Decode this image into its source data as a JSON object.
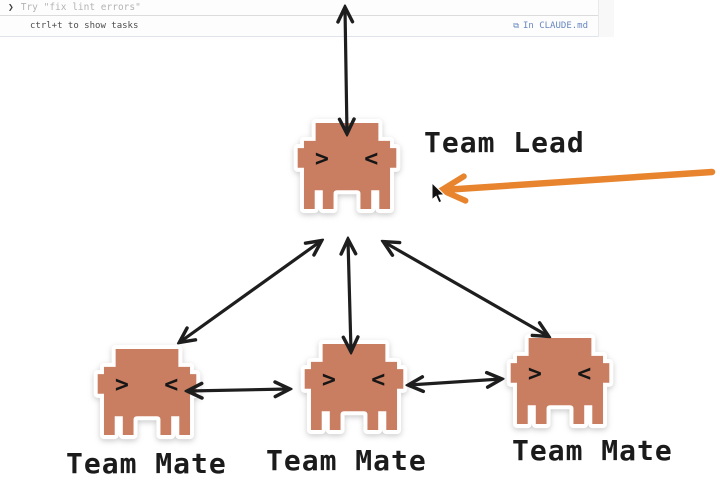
{
  "terminal": {
    "prompt_symbol": "❯",
    "prompt_hint": "Try \"fix lint errors\"",
    "status_hint": "ctrl+t to show tasks",
    "file_indicator_icon": "⧉",
    "file_indicator": "In CLAUDE.md"
  },
  "diagram": {
    "lead_label": "Team Lead",
    "mate_labels": [
      "Team Mate",
      "Team Mate",
      "Team Mate"
    ],
    "creature_eyes": {
      "left": ">",
      "right": "<"
    },
    "colors": {
      "creature_body": "#c97e61",
      "sticker_outline": "#ffffff",
      "connector_arrow": "#1e1e1e",
      "highlight_arrow": "#e8842d",
      "file_indicator_text": "#6787c0"
    }
  }
}
